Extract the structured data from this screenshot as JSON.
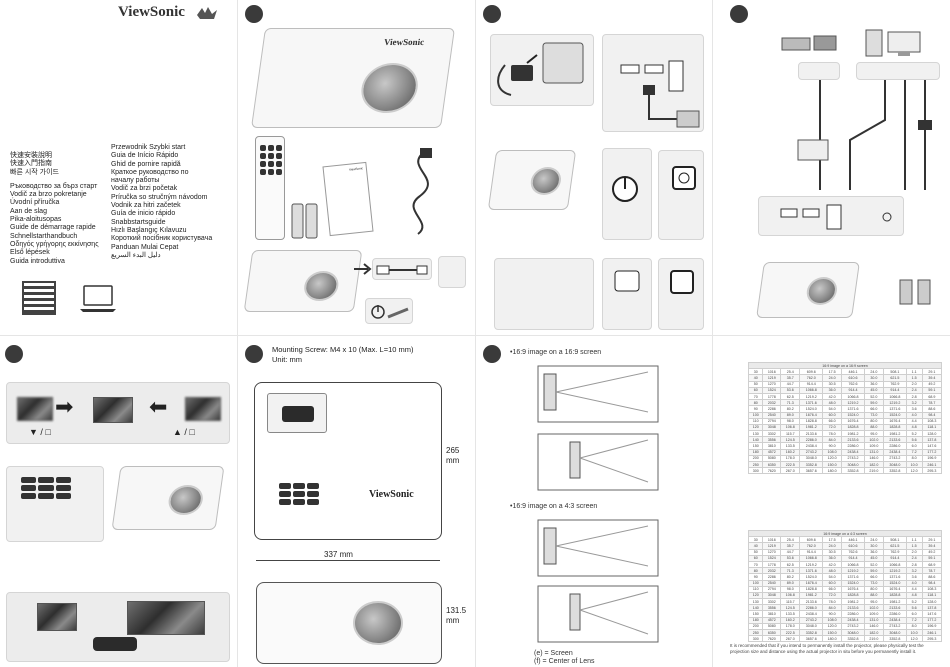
{
  "brand": {
    "name": "ViewSonic"
  },
  "steps": [
    "",
    "",
    "",
    "",
    "",
    ""
  ],
  "languages": {
    "left": [
      "快速安裝說明",
      "快速入門指南",
      "빠른 시작 가이드",
      "Ръководство за бърз старт",
      "Vodič za brzo pokretanje",
      "Úvodní příručka",
      "Aan de slag",
      "Pika-aloitusopas",
      "Guide de démarrage rapide",
      "Schnellstarthandbuch",
      "Οδηγός γρήγορης εκκίνησης",
      "Első lépések",
      "Guida introduttiva"
    ],
    "right": [
      "Przewodnik Szybki start",
      "Guia de Início Rápido",
      "Ghid de pornire rapidă",
      "Краткое руководство по",
      "началу работы",
      "Vodič za brzi početak",
      "Príručka so stručným návodom",
      "Vodnik za hitri začetek",
      "Guía de inicio rápido",
      "Snabbstartsguide",
      "Hızlı Başlangıç Kılavuzu",
      "Короткий посібник користувача",
      "Panduan Mulai Cepat",
      "دليل البدء السريع"
    ]
  },
  "focus_labels": {
    "left": "▼ / □",
    "right": "▲ / □"
  },
  "mounting": {
    "screw": "Mounting Screw: M4 x 10 (Max. L=10 mm)",
    "unit": "Unit: mm",
    "depth": "265",
    "depth_unit": "mm",
    "width": "337 mm",
    "height": "131.5",
    "height_unit": "mm"
  },
  "screen": {
    "heading_1": "•16:9 image on a 16:9 screen",
    "heading_2": "•16:9 image on a 4:3 screen",
    "legend_e": "(e) = Screen",
    "legend_f": "(f) = Center of Lens",
    "note": "It is recommended that if you intend to permanently install the projector, please physically test the projection size and distance using the actual projector in situ before you permanently install it."
  },
  "table_1": {
    "title": "16:9 image on a 16:9 screen",
    "rows": [
      [
        "30",
        "1016",
        "25.4",
        "609.6",
        "17.5",
        "446.1",
        "24.0",
        "508.1",
        "1.1",
        "29.1"
      ],
      [
        "40",
        "1219",
        "35.7",
        "762.0",
        "24.0",
        "610.6",
        "30.0",
        "621.5",
        "1.5",
        "39.4"
      ],
      [
        "50",
        "1270",
        "44.7",
        "914.4",
        "30.5",
        "762.6",
        "36.0",
        "762.9",
        "2.0",
        "49.2"
      ],
      [
        "60",
        "1524",
        "53.6",
        "1066.8",
        "36.0",
        "914.4",
        "45.0",
        "914.4",
        "2.4",
        "59.1"
      ],
      [
        "70",
        "1778",
        "62.5",
        "1219.2",
        "42.0",
        "1066.8",
        "52.0",
        "1066.8",
        "2.8",
        "68.9"
      ],
      [
        "80",
        "2032",
        "71.3",
        "1371.6",
        "48.0",
        "1219.2",
        "59.0",
        "1219.2",
        "3.2",
        "78.7"
      ],
      [
        "90",
        "2286",
        "80.2",
        "1524.0",
        "54.0",
        "1371.6",
        "66.0",
        "1371.6",
        "3.6",
        "88.6"
      ],
      [
        "100",
        "2540",
        "89.0",
        "1676.4",
        "60.0",
        "1524.0",
        "73.0",
        "1524.0",
        "4.0",
        "98.4"
      ],
      [
        "110",
        "2794",
        "98.0",
        "1828.8",
        "66.0",
        "1676.4",
        "80.0",
        "1676.4",
        "4.4",
        "108.3"
      ],
      [
        "120",
        "3048",
        "106.8",
        "1981.2",
        "72.0",
        "1828.8",
        "88.0",
        "1828.8",
        "4.8",
        "118.1"
      ],
      [
        "130",
        "3302",
        "115.7",
        "2133.6",
        "78.0",
        "1981.2",
        "95.0",
        "1981.2",
        "5.2",
        "128.0"
      ],
      [
        "140",
        "3556",
        "124.5",
        "2286.0",
        "84.0",
        "2133.6",
        "102.0",
        "2133.6",
        "5.6",
        "137.8"
      ],
      [
        "150",
        "3810",
        "133.5",
        "2438.4",
        "90.0",
        "2286.0",
        "109.0",
        "2286.0",
        "6.0",
        "147.6"
      ],
      [
        "180",
        "4572",
        "160.2",
        "2743.2",
        "108.0",
        "2438.4",
        "131.0",
        "2438.4",
        "7.2",
        "177.2"
      ],
      [
        "200",
        "5080",
        "178.0",
        "3048.0",
        "120.0",
        "2743.2",
        "146.0",
        "2743.2",
        "8.0",
        "196.9"
      ],
      [
        "250",
        "6350",
        "222.5",
        "3352.8",
        "150.0",
        "3048.0",
        "182.0",
        "3048.0",
        "10.0",
        "246.1"
      ],
      [
        "300",
        "7620",
        "267.0",
        "3657.6",
        "180.0",
        "3352.8",
        "219.0",
        "3352.8",
        "12.0",
        "295.3"
      ]
    ]
  },
  "table_2": {
    "title": "16:9 image on a 4:3 screen",
    "rows": [
      [
        "30",
        "1016",
        "25.4",
        "609.6",
        "17.5",
        "446.1",
        "24.0",
        "508.1",
        "1.1",
        "29.1"
      ],
      [
        "40",
        "1219",
        "35.7",
        "762.0",
        "24.0",
        "610.6",
        "30.0",
        "621.5",
        "1.5",
        "39.4"
      ],
      [
        "50",
        "1270",
        "44.7",
        "914.4",
        "30.5",
        "762.6",
        "36.0",
        "762.9",
        "2.0",
        "49.2"
      ],
      [
        "60",
        "1524",
        "53.6",
        "1066.8",
        "36.0",
        "914.4",
        "45.0",
        "914.4",
        "2.4",
        "59.1"
      ],
      [
        "70",
        "1778",
        "62.5",
        "1219.2",
        "42.0",
        "1066.8",
        "52.0",
        "1066.8",
        "2.8",
        "68.9"
      ],
      [
        "80",
        "2032",
        "71.3",
        "1371.6",
        "48.0",
        "1219.2",
        "59.0",
        "1219.2",
        "3.2",
        "78.7"
      ],
      [
        "90",
        "2286",
        "80.2",
        "1524.0",
        "54.0",
        "1371.6",
        "66.0",
        "1371.6",
        "3.6",
        "88.6"
      ],
      [
        "100",
        "2540",
        "89.0",
        "1676.4",
        "60.0",
        "1524.0",
        "73.0",
        "1524.0",
        "4.0",
        "98.4"
      ],
      [
        "110",
        "2794",
        "98.0",
        "1828.8",
        "66.0",
        "1676.4",
        "80.0",
        "1676.4",
        "4.4",
        "108.3"
      ],
      [
        "120",
        "3048",
        "106.8",
        "1981.2",
        "72.0",
        "1828.8",
        "88.0",
        "1828.8",
        "4.8",
        "118.1"
      ],
      [
        "130",
        "3302",
        "115.7",
        "2133.6",
        "78.0",
        "1981.2",
        "95.0",
        "1981.2",
        "5.2",
        "128.0"
      ],
      [
        "140",
        "3556",
        "124.5",
        "2286.0",
        "84.0",
        "2133.6",
        "102.0",
        "2133.6",
        "5.6",
        "137.8"
      ],
      [
        "150",
        "3810",
        "133.5",
        "2438.4",
        "90.0",
        "2286.0",
        "109.0",
        "2286.0",
        "6.0",
        "147.6"
      ],
      [
        "180",
        "4572",
        "160.2",
        "2743.2",
        "108.0",
        "2438.4",
        "131.0",
        "2438.4",
        "7.2",
        "177.2"
      ],
      [
        "200",
        "5080",
        "178.0",
        "3048.0",
        "120.0",
        "2743.2",
        "146.0",
        "2743.2",
        "8.0",
        "196.9"
      ],
      [
        "250",
        "6350",
        "222.5",
        "3352.8",
        "150.0",
        "3048.0",
        "182.0",
        "3048.0",
        "10.0",
        "246.1"
      ],
      [
        "300",
        "7620",
        "267.0",
        "3657.6",
        "180.0",
        "3352.8",
        "219.0",
        "3352.8",
        "12.0",
        "295.3"
      ]
    ]
  }
}
